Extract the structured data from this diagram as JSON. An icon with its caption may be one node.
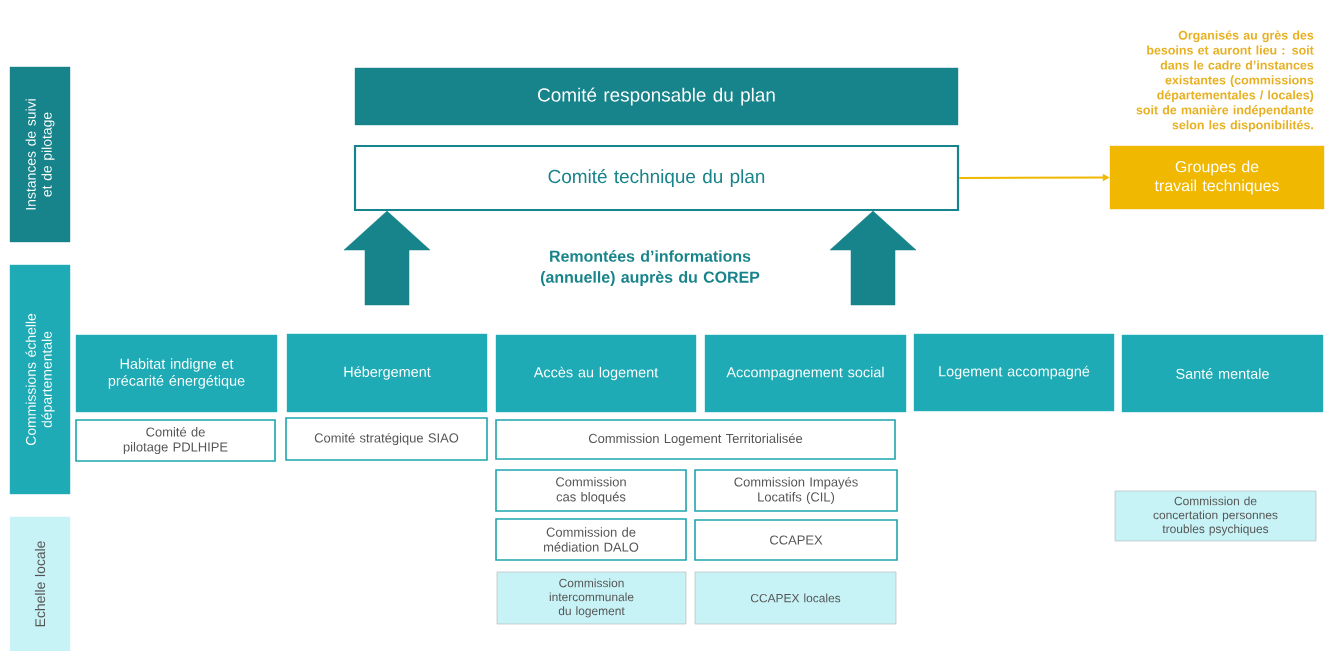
{
  "diagram": {
    "nodes": [
      {
        "text": [
          "Instances de suivi et de pilotage"
        ]
      },
      {
        "text": [
          "Commissions échelle départementale"
        ]
      },
      {
        "text": [
          "Echelle locale"
        ]
      },
      {
        "text": [
          "Comité responsable du plan"
        ]
      },
      {
        "text": [
          "Comité technique du plan"
        ]
      },
      {
        "text": [
          "Groupes de travail techniques"
        ],
        "beside": [
          "Organisés au grès des besoins et auront lieu : soit dans le cadre d’instances existantes (commissions départementales / locales) soit de manière indépendante selon les disponibilités."
        ]
      },
      {
        "text": [
          "Habitat indigne et précarité énergétique"
        ]
      },
      {
        "text": [
          "Hébergement"
        ]
      },
      {
        "text": [
          "Accès au logement"
        ]
      },
      {
        "text": [
          "Accompagnement social"
        ]
      },
      {
        "text": [
          "Logement accompagné"
        ]
      },
      {
        "text": [
          "Santé mentale"
        ]
      },
      {
        "text": [
          "Comité de pilotage PDLHIPE"
        ]
      },
      {
        "text": [
          "Comité stratégique SIAO"
        ]
      },
      {
        "text": [
          "Commission Logement Territorialisée"
        ]
      },
      {
        "text": [
          "Commission cas bloqués"
        ]
      },
      {
        "text": [
          "Commission Impayés Locatifs (CIL)"
        ]
      },
      {
        "text": [
          "Commission de médiation DALO"
        ]
      },
      {
        "text": [
          "CCAPEX"
        ]
      },
      {
        "text": [
          "Commission intercommunale du logement"
        ]
      },
      {
        "text": [
          "CCAPEX locales"
        ]
      },
      {
        "text": [
          "Commission de concertation personnes troubles psychiques"
        ]
      }
    ],
    "edges": [
      {
        "from": 4,
        "to": 5,
        "arrow": "to",
        "color": "#f0b800"
      },
      {
        "from": null,
        "to": 4,
        "arrow": "to"
      },
      {
        "from": null,
        "to": 4,
        "arrow": "to"
      }
    ],
    "labels": [
      "Remontées d’informations (annuelle) auprès du COREP"
    ]
  }
}
